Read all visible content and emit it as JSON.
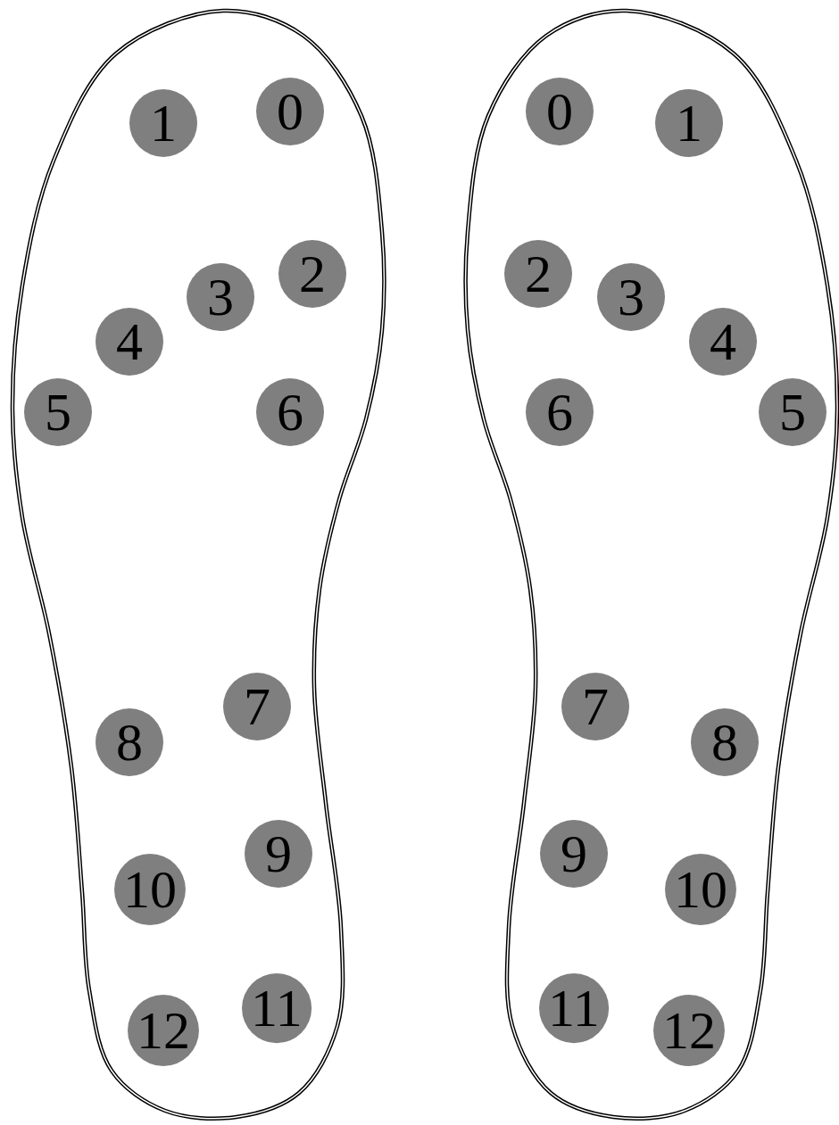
{
  "diagram": {
    "nodes": [
      {
        "text": [
          "1"
        ]
      },
      {
        "text": [
          "0"
        ]
      },
      {
        "text": [
          "2"
        ]
      },
      {
        "text": [
          "3"
        ]
      },
      {
        "text": [
          "4"
        ]
      },
      {
        "text": [
          "5"
        ]
      },
      {
        "text": [
          "6"
        ]
      },
      {
        "text": [
          "7"
        ]
      },
      {
        "text": [
          "8"
        ]
      },
      {
        "text": [
          "9"
        ]
      },
      {
        "text": [
          "10"
        ]
      },
      {
        "text": [
          "11"
        ]
      },
      {
        "text": [
          "12"
        ]
      },
      {
        "text": [
          "0"
        ]
      },
      {
        "text": [
          "1"
        ]
      },
      {
        "text": [
          "2"
        ]
      },
      {
        "text": [
          "3"
        ]
      },
      {
        "text": [
          "4"
        ]
      },
      {
        "text": [
          "5"
        ]
      },
      {
        "text": [
          "6"
        ]
      },
      {
        "text": [
          "7"
        ]
      },
      {
        "text": [
          "8"
        ]
      },
      {
        "text": [
          "9"
        ]
      },
      {
        "text": [
          "10"
        ]
      },
      {
        "text": [
          "11"
        ]
      },
      {
        "text": [
          "12"
        ]
      }
    ]
  }
}
